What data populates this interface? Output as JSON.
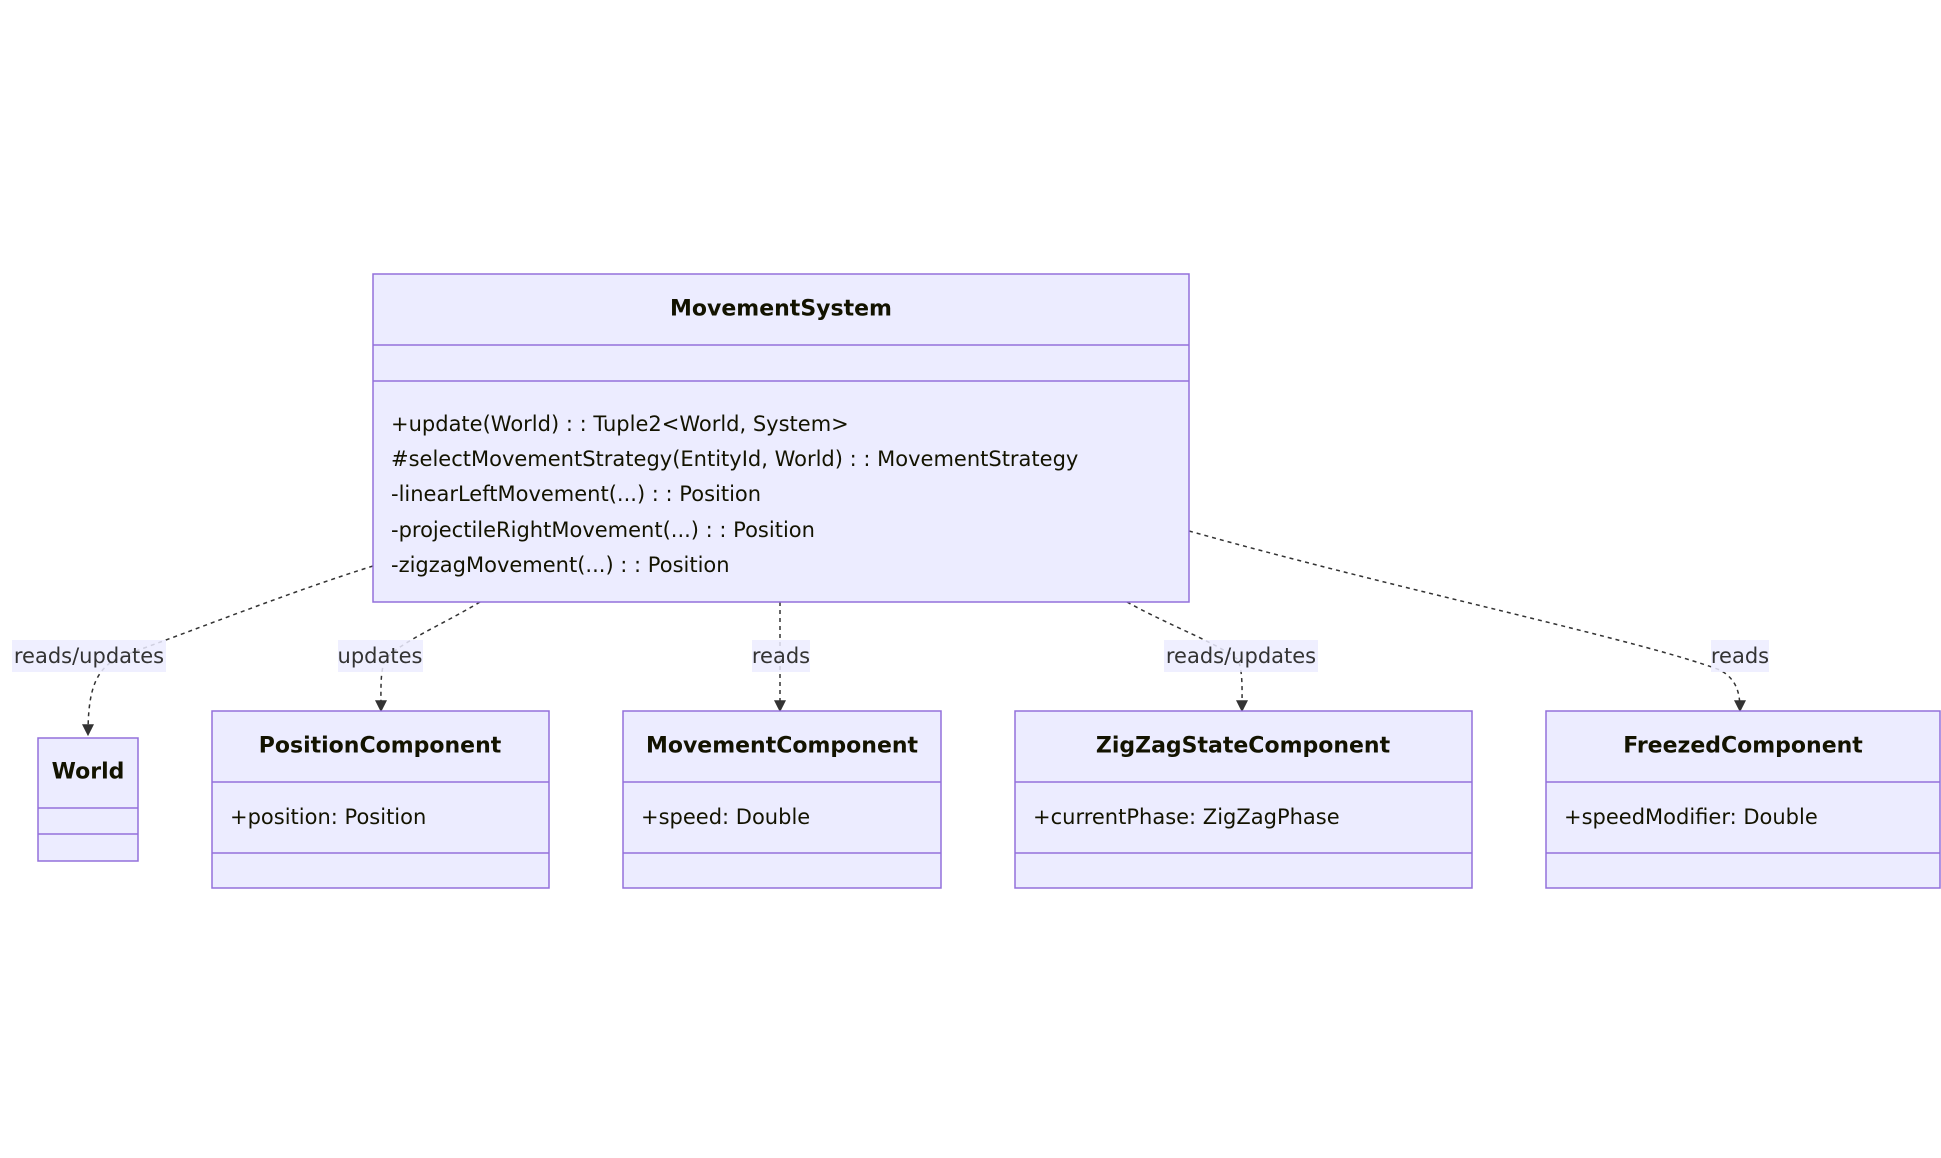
{
  "colors": {
    "box_fill": "#ECECFF",
    "box_stroke": "#9370DB",
    "edge": "#333333",
    "text": "#131300"
  },
  "classes": {
    "movement_system": {
      "name": "MovementSystem",
      "attributes": [],
      "methods": [
        "+update(World) : : Tuple2<World, System>",
        "#selectMovementStrategy(EntityId, World) : : MovementStrategy",
        "-linearLeftMovement(...) : : Position",
        "-projectileRightMovement(...) : : Position",
        "-zigzagMovement(...) : : Position"
      ]
    },
    "world": {
      "name": "World",
      "attributes": [],
      "methods": []
    },
    "position_component": {
      "name": "PositionComponent",
      "attributes": [
        "+position: Position"
      ],
      "methods": []
    },
    "movement_component": {
      "name": "MovementComponent",
      "attributes": [
        "+speed: Double"
      ],
      "methods": []
    },
    "zigzag_state_component": {
      "name": "ZigZagStateComponent",
      "attributes": [
        "+currentPhase: ZigZagPhase"
      ],
      "methods": []
    },
    "freezed_component": {
      "name": "FreezedComponent",
      "attributes": [
        "+speedModifier: Double"
      ],
      "methods": []
    }
  },
  "relations": [
    {
      "from": "MovementSystem",
      "to": "World",
      "label": "reads/updates"
    },
    {
      "from": "MovementSystem",
      "to": "PositionComponent",
      "label": "updates"
    },
    {
      "from": "MovementSystem",
      "to": "MovementComponent",
      "label": "reads"
    },
    {
      "from": "MovementSystem",
      "to": "ZigZagStateComponent",
      "label": "reads/updates"
    },
    {
      "from": "MovementSystem",
      "to": "FreezedComponent",
      "label": "reads"
    }
  ]
}
